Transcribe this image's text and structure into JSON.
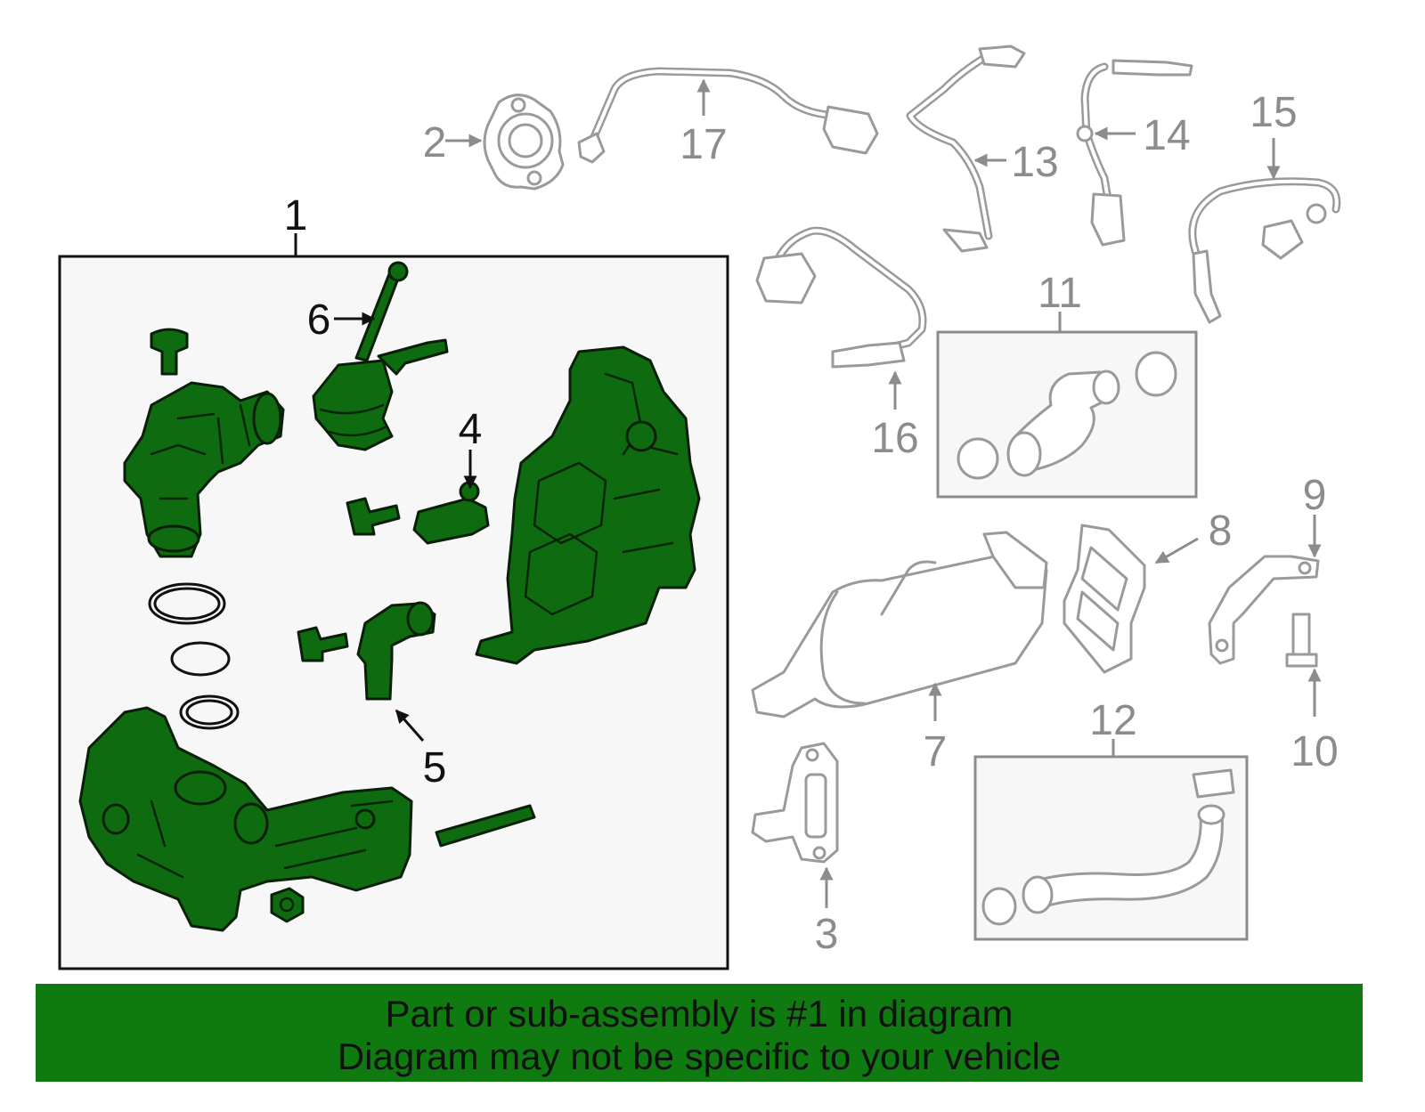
{
  "diagram": {
    "callouts": {
      "c1": "1",
      "c2": "2",
      "c3": "3",
      "c4": "4",
      "c5": "5",
      "c6": "6",
      "c7": "7",
      "c8": "8",
      "c9": "9",
      "c10": "10",
      "c11": "11",
      "c12": "12",
      "c13": "13",
      "c14": "14",
      "c15": "15",
      "c16": "16",
      "c17": "17"
    }
  },
  "colors": {
    "highlight": "#0f6b0f",
    "banner": "#0e7a10",
    "outline_grey": "#9a9a9a"
  },
  "banner": {
    "line1": "Part or sub-assembly is #1 in diagram",
    "line2": "Diagram may not be specific to your vehicle"
  }
}
